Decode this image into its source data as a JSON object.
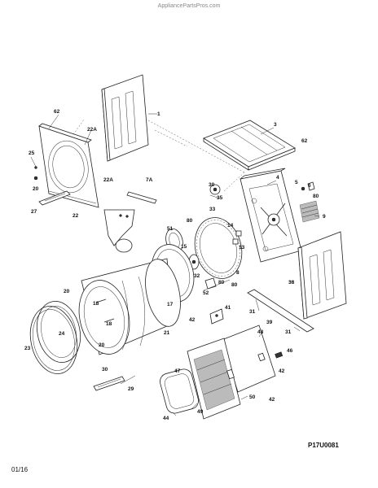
{
  "header": {
    "site": "AppliancePartsPros.com"
  },
  "footer": {
    "diagram_code": "P17U0081",
    "date": "01/16"
  },
  "callouts": {
    "c1": "1",
    "c3": "3",
    "c4": "4",
    "c5": "5",
    "c6": "6",
    "c7A": "7A",
    "c8": "8",
    "c9": "9",
    "c13": "13",
    "c14": "14",
    "c15": "15",
    "c17": "17",
    "c18a": "18",
    "c18b": "18",
    "c20a": "20",
    "c20b": "20",
    "c20c": "20",
    "c21": "21",
    "c22": "22",
    "c22Aa": "22A",
    "c22Ab": "22A",
    "c23": "23",
    "c24": "24",
    "c25": "25",
    "c27": "27",
    "c29": "29",
    "c30a": "30",
    "c30b": "30",
    "c31a": "31",
    "c31b": "31",
    "c32": "32",
    "c33": "33",
    "c35": "35",
    "c38": "38",
    "c39": "39",
    "c41": "41",
    "c42a": "42",
    "c42b": "42",
    "c42c": "42",
    "c44": "44",
    "c46": "46",
    "c47": "47",
    "c48": "48",
    "c49": "49",
    "c50": "50",
    "c51": "51",
    "c52": "52",
    "c62a": "62",
    "c62b": "62",
    "c80a": "80",
    "c80b": "80",
    "c80c": "80",
    "c80d": "80"
  }
}
